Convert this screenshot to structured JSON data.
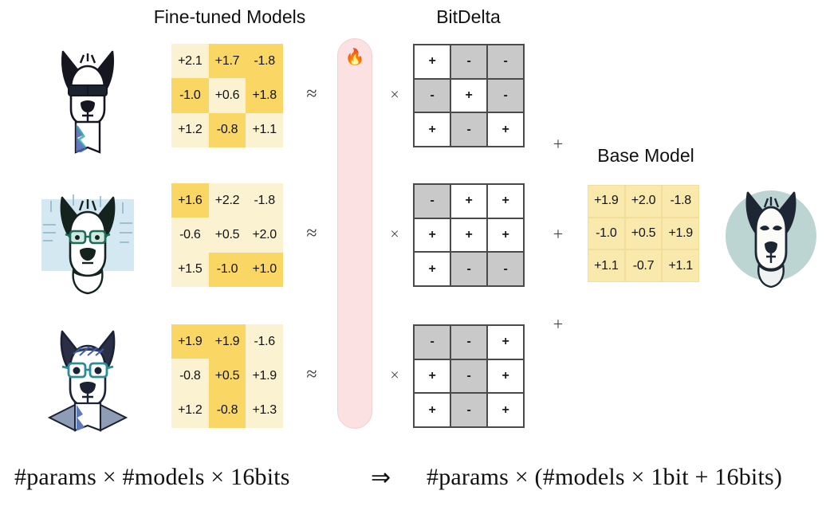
{
  "headings": {
    "finetuned": "Fine-tuned Models",
    "bitdelta": "BitDelta",
    "base": "Base Model"
  },
  "operators": {
    "approx": "≈",
    "times": "×",
    "plus": "+",
    "implies": "⇒"
  },
  "icons": {
    "flame": "🔥"
  },
  "colors": {
    "weight_low": "#fbf2d2",
    "weight_high": "#fad765",
    "base_cell": "#fae9ac",
    "sign_positive": "#ffffff",
    "sign_negative": "#c9c9c9",
    "capsule_fill": "#fbe1e1",
    "capsule_border": "#f4cfcf",
    "avatar_circle": "#bcd4d2"
  },
  "rows": [
    {
      "avatar_name": "llama-sunglasses",
      "scale": "0.1",
      "weights": {
        "values": [
          [
            "+2.1",
            "+1.7",
            "-1.8"
          ],
          [
            "-1.0",
            "+0.6",
            "+1.8"
          ],
          [
            "+1.2",
            "-0.8",
            "+1.1"
          ]
        ],
        "shades": [
          [
            "lo",
            "hi",
            "hi"
          ],
          [
            "hi",
            "lo",
            "hi"
          ],
          [
            "lo",
            "hi",
            "lo"
          ]
        ]
      },
      "signs": {
        "values": [
          [
            "+",
            "-",
            "-"
          ],
          [
            "-",
            "+",
            "-"
          ],
          [
            "+",
            "-",
            "+"
          ]
        ],
        "shades": [
          [
            "pos",
            "neg",
            "neg"
          ],
          [
            "neg",
            "pos",
            "neg"
          ],
          [
            "pos",
            "neg",
            "pos"
          ]
        ]
      }
    },
    {
      "avatar_name": "llama-lab-glasses",
      "scale": "0.2",
      "weights": {
        "values": [
          [
            "+1.6",
            "+2.2",
            "-1.8"
          ],
          [
            "-0.6",
            "+0.5",
            "+2.0"
          ],
          [
            "+1.5",
            "-1.0",
            "+1.0"
          ]
        ],
        "shades": [
          [
            "hi",
            "lo",
            "lo"
          ],
          [
            "lo",
            "lo",
            "lo"
          ],
          [
            "lo",
            "hi",
            "hi"
          ]
        ]
      },
      "signs": {
        "values": [
          [
            "-",
            "+",
            "+"
          ],
          [
            "+",
            "+",
            "+"
          ],
          [
            "+",
            "-",
            "-"
          ]
        ],
        "shades": [
          [
            "neg",
            "pos",
            "pos"
          ],
          [
            "pos",
            "pos",
            "pos"
          ],
          [
            "pos",
            "neg",
            "neg"
          ]
        ]
      }
    },
    {
      "avatar_name": "llama-teal-glasses",
      "scale": "0.1",
      "weights": {
        "values": [
          [
            "+1.9",
            "+1.9",
            "-1.6"
          ],
          [
            "-0.8",
            "+0.5",
            "+1.9"
          ],
          [
            "+1.2",
            "-0.8",
            "+1.3"
          ]
        ],
        "shades": [
          [
            "hi",
            "hi",
            "lo"
          ],
          [
            "lo",
            "hi",
            "lo"
          ],
          [
            "lo",
            "hi",
            "lo"
          ]
        ]
      },
      "signs": {
        "values": [
          [
            "-",
            "-",
            "+"
          ],
          [
            "+",
            "-",
            "+"
          ],
          [
            "+",
            "-",
            "+"
          ]
        ],
        "shades": [
          [
            "neg",
            "neg",
            "pos"
          ],
          [
            "pos",
            "neg",
            "pos"
          ],
          [
            "pos",
            "neg",
            "pos"
          ]
        ]
      }
    }
  ],
  "base_model": {
    "avatar_name": "llama-base",
    "values": [
      [
        "+1.9",
        "+2.0",
        "-1.8"
      ],
      [
        "-1.0",
        "+0.5",
        "+1.9"
      ],
      [
        "+1.1",
        "-0.7",
        "+1.1"
      ]
    ]
  },
  "equation": {
    "left": "#params × #models × 16bits",
    "arrow": "⇒",
    "right": "#params × (#models × 1bit + 16bits)"
  }
}
